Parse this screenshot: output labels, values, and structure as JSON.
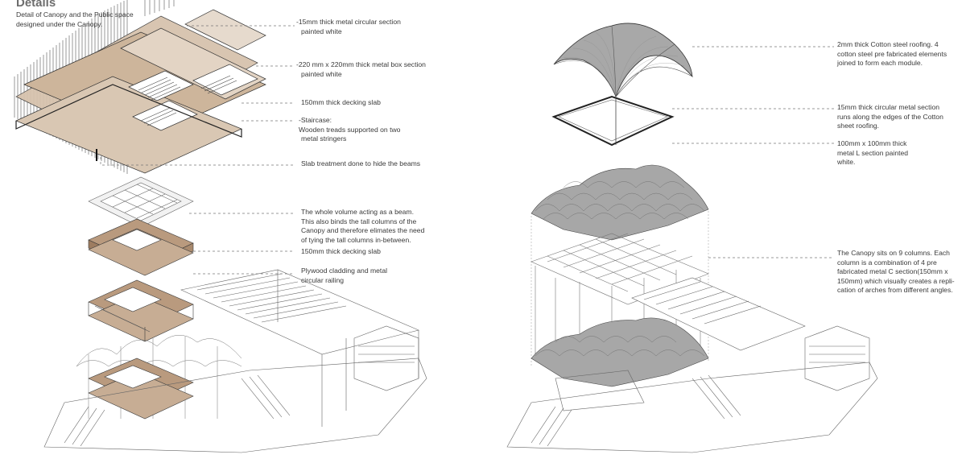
{
  "title": "Details",
  "intro": [
    "Detail of Canopy and the Public space",
    "designed under the Canopy."
  ],
  "left_callouts": {
    "c1": [
      "-15mm thick metal circular section",
      "painted white"
    ],
    "c2": [
      "-220 mm x 220mm thick metal box section",
      "painted white"
    ],
    "c3": [
      "150mm thick decking slab"
    ],
    "c4": [
      "-Staircase:",
      "Wooden treads supported on two",
      "metal stringers"
    ],
    "c5": [
      "Slab treatment done to hide the beams"
    ],
    "c6": [
      "The whole volume acting as a beam.",
      "This also binds the tall columns of the",
      "Canopy and therefore elimates the need",
      "of tying the tall columns in-between."
    ],
    "c7": [
      "150mm thick decking slab"
    ],
    "c8": [
      "Plywood cladding and metal",
      "circular railing"
    ]
  },
  "right_callouts": {
    "r1": [
      "2mm thick Cotton steel roofing. 4",
      "cotton steel pre fabricated elements",
      "joined to form each module."
    ],
    "r2": [
      "15mm thick circular metal section",
      "runs along the edges of the Cotton",
      "sheet roofing."
    ],
    "r3": [
      "100mm x 100mm thick",
      "metal L section painted",
      "white."
    ],
    "r4": [
      "The Canopy sits on 9 columns. Each",
      "column is a combination of   4 pre",
      "fabricated metal C section(150mm x",
      "150mm) which visually creates a repli-",
      "cation of arches from different angles."
    ]
  },
  "colors": {
    "slab": "#d6c2ad",
    "slab_dark": "#b39276",
    "line": "#555555",
    "roof": "#a7a7a7",
    "leader": "#777777"
  }
}
